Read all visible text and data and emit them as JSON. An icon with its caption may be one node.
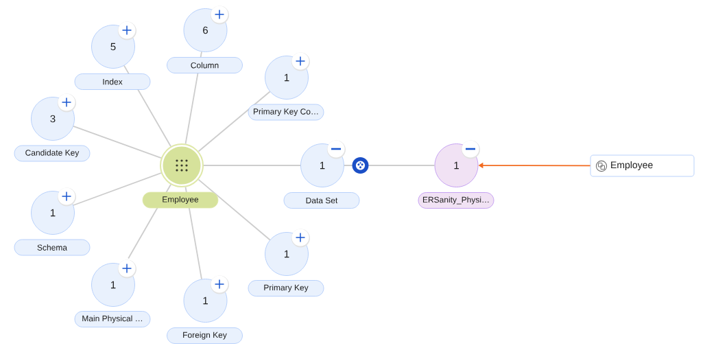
{
  "diagram": {
    "nodes": [
      {
        "text": [
          "6",
          "Column"
        ]
      },
      {
        "text": [
          "5",
          "Index"
        ]
      },
      {
        "text": [
          "1",
          "Primary Key Co…"
        ]
      },
      {
        "text": [
          "3",
          "Candidate Key"
        ]
      },
      {
        "text": [
          "Employee"
        ]
      },
      {
        "text": [
          "1",
          "Data Set"
        ]
      },
      {
        "text": [
          "1",
          "ERSanity_Physi…"
        ]
      },
      {
        "text": [
          "Employee"
        ]
      },
      {
        "text": [
          "1",
          "Schema"
        ]
      },
      {
        "text": [
          "1",
          "Primary Key"
        ]
      },
      {
        "text": [
          "1",
          "Main Physical …"
        ]
      },
      {
        "text": [
          "1",
          "Foreign Key"
        ]
      }
    ],
    "edges": [
      {
        "from": 4,
        "to": 0,
        "arrow": "none"
      },
      {
        "from": 4,
        "to": 1,
        "arrow": "none"
      },
      {
        "from": 4,
        "to": 2,
        "arrow": "none"
      },
      {
        "from": 4,
        "to": 3,
        "arrow": "none"
      },
      {
        "from": 4,
        "to": 5,
        "arrow": "none"
      },
      {
        "from": 4,
        "to": 8,
        "arrow": "none"
      },
      {
        "from": 4,
        "to": 9,
        "arrow": "none"
      },
      {
        "from": 4,
        "to": 10,
        "arrow": "none"
      },
      {
        "from": 4,
        "to": 11,
        "arrow": "none"
      },
      {
        "from": 5,
        "to": 6,
        "arrow": "none"
      },
      {
        "from": 7,
        "to": 6,
        "arrow": "to",
        "color": "#f26b21"
      }
    ]
  }
}
